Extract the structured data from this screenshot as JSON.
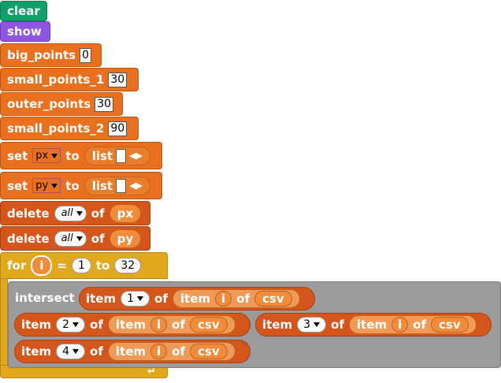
{
  "blocks": {
    "clear": "clear",
    "show": "show",
    "big_points": {
      "label": "big_points",
      "value": "0"
    },
    "small_points_1": {
      "label": "small_points_1",
      "value": "30"
    },
    "outer_points": {
      "label": "outer_points",
      "value": "30"
    },
    "small_points_2": {
      "label": "small_points_2",
      "value": "90"
    },
    "set_px": {
      "set": "set",
      "var": "px",
      "to": "to",
      "list": "list"
    },
    "set_py": {
      "set": "set",
      "var": "py",
      "to": "to",
      "list": "list"
    },
    "delete_px": {
      "delete": "delete",
      "option": "all",
      "of": "of",
      "var": "px"
    },
    "delete_py": {
      "delete": "delete",
      "option": "all",
      "of": "of",
      "var": "py"
    },
    "for_loop": {
      "for": "for",
      "var": "i",
      "eq": "=",
      "from": "1",
      "to": "to",
      "end": "32"
    },
    "intersect": {
      "label": "intersect",
      "item": "item",
      "of": "of",
      "var_i": "i",
      "csv": "csv",
      "indices": [
        "1",
        "2",
        "3",
        "4"
      ]
    }
  },
  "colors": {
    "control": "#0fa06b",
    "looks": "#8f57e0",
    "custom": "#e8701e",
    "list": "#d4561a",
    "loop": "#e2a81c",
    "other": "#9b9b9b"
  },
  "icons": [
    "arrows-icon",
    "loop-arrow-icon",
    "dropdown-arrow-icon"
  ]
}
